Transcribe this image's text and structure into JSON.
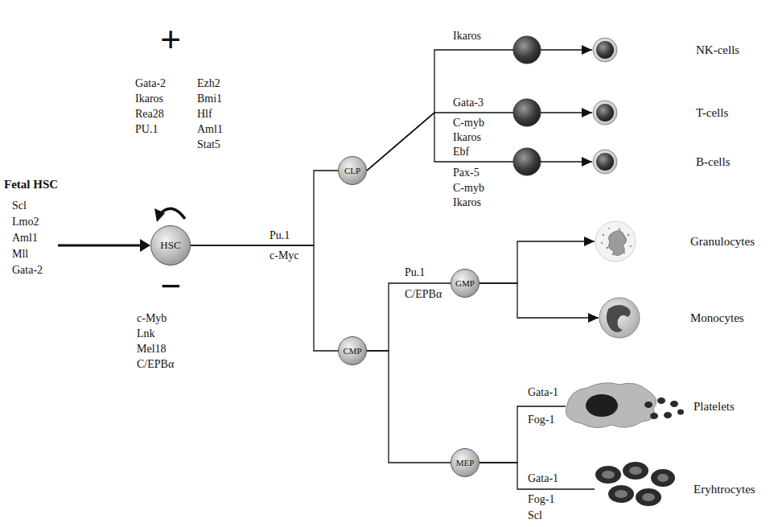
{
  "diagram": {
    "nodes": [
      {
        "text": [
          "HSC"
        ]
      },
      {
        "text": [
          "CLP"
        ]
      },
      {
        "text": [
          "CMP"
        ]
      },
      {
        "text": [
          "GMP"
        ]
      },
      {
        "text": [
          "MEP"
        ]
      },
      {
        "text": [
          "NK-cells"
        ]
      },
      {
        "text": [
          "T-cells"
        ]
      },
      {
        "text": [
          "B-cells"
        ]
      },
      {
        "text": [
          "Granulocytes"
        ]
      },
      {
        "text": [
          "Monocytes"
        ]
      },
      {
        "text": [
          "Platelets"
        ]
      },
      {
        "text": [
          "Eryhtrocytes"
        ]
      }
    ],
    "edges": [
      {
        "from": 0,
        "to": 1,
        "arrow": "none"
      },
      {
        "from": 0,
        "to": 2,
        "arrow": "none"
      },
      {
        "from": 1,
        "to": 5,
        "arrow": "to"
      },
      {
        "from": 1,
        "to": 6,
        "arrow": "to"
      },
      {
        "from": 1,
        "to": 7,
        "arrow": "to"
      },
      {
        "from": 2,
        "to": 3,
        "arrow": "none"
      },
      {
        "from": 2,
        "to": 4,
        "arrow": "none"
      },
      {
        "from": 3,
        "to": 8,
        "arrow": "to"
      },
      {
        "from": 3,
        "to": 9,
        "arrow": "to"
      },
      {
        "from": 4,
        "to": 10,
        "arrow": "none"
      },
      {
        "from": 4,
        "to": 11,
        "arrow": "none"
      }
    ],
    "labels": [
      "+",
      "Gata-2",
      "Ikaros",
      "Rea28",
      "PU.1",
      "Ezh2",
      "Bmi1",
      "Hlf",
      "Aml1",
      "Stat5",
      "Fetal HSC",
      "Scl",
      "Lmo2",
      "Aml1",
      "Mll",
      "Gata-2",
      "−",
      "c-Myb",
      "Lnk",
      "Mel18",
      "C/EPBα",
      "Pu.1",
      "c-Myc",
      "Ikaros",
      "Gata-3",
      "C-myb",
      "Ikaros",
      "Ebf",
      "Pax-5",
      "C-myb",
      "Ikaros",
      "Pu.1",
      "C/EPBα",
      "Gata-1",
      "Fog-1",
      "Gata-1",
      "Fog-1",
      "Scl"
    ]
  }
}
